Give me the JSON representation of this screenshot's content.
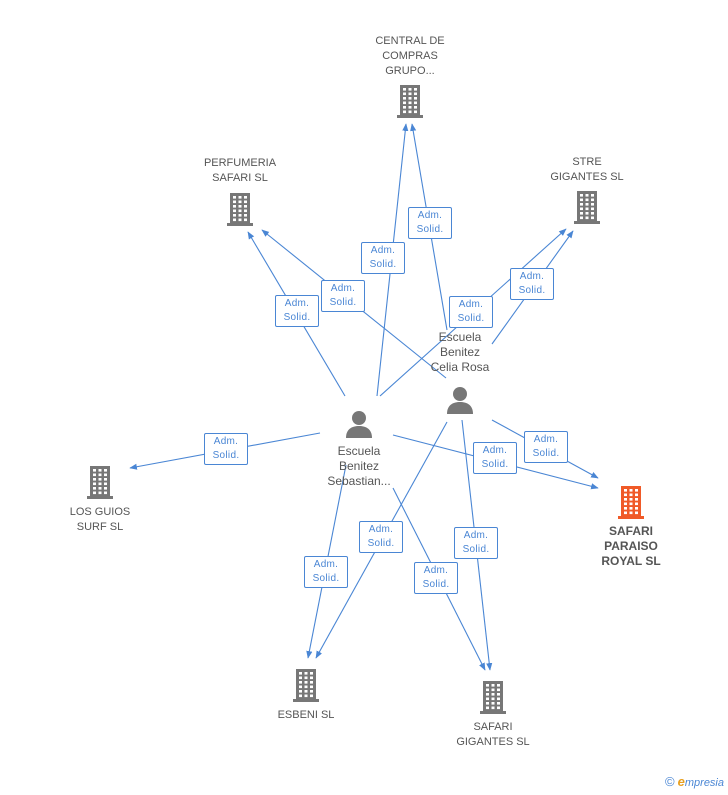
{
  "colors": {
    "company": "#777777",
    "highlight": "#f05a28",
    "edge": "#4a86d4",
    "text": "#555555"
  },
  "companies": [
    {
      "id": "central",
      "icon": "building-icon",
      "label": "CENTRAL DE\nCOMPRAS\nGRUPO..."
    },
    {
      "id": "perfumeria",
      "icon": "building-icon",
      "label": "PERFUMERIA\nSAFARI SL"
    },
    {
      "id": "stre",
      "icon": "building-icon",
      "label": "STRE\nGIGANTES SL"
    },
    {
      "id": "guios",
      "icon": "building-icon",
      "label": "LOS GUIOS\nSURF SL"
    },
    {
      "id": "paraiso",
      "icon": "building-icon",
      "label": "SAFARI\nPARAISO\nROYAL SL",
      "highlight": true
    },
    {
      "id": "esbeni",
      "icon": "building-icon",
      "label": "ESBENI SL"
    },
    {
      "id": "gigantes",
      "icon": "building-icon",
      "label": "SAFARI\nGIGANTES SL"
    }
  ],
  "persons": [
    {
      "id": "celia",
      "icon": "person-icon",
      "label": "Escuela\nBenitez\nCelia Rosa"
    },
    {
      "id": "sebastian",
      "icon": "person-icon",
      "label": "Escuela\nBenitez\nSebastian..."
    }
  ],
  "relation_label": "Adm.\nSolid.",
  "relations": [
    {
      "from": "sebastian",
      "to": "central",
      "label": "Adm.\nSolid."
    },
    {
      "from": "celia",
      "to": "central",
      "label": "Adm.\nSolid."
    },
    {
      "from": "sebastian",
      "to": "perfumeria",
      "label": "Adm.\nSolid."
    },
    {
      "from": "celia",
      "to": "perfumeria",
      "label": "Adm.\nSolid."
    },
    {
      "from": "sebastian",
      "to": "stre",
      "label": "Adm.\nSolid."
    },
    {
      "from": "celia",
      "to": "stre",
      "label": "Adm.\nSolid."
    },
    {
      "from": "sebastian",
      "to": "guios",
      "label": "Adm.\nSolid."
    },
    {
      "from": "sebastian",
      "to": "paraiso",
      "label": "Adm.\nSolid."
    },
    {
      "from": "celia",
      "to": "paraiso",
      "label": "Adm.\nSolid."
    },
    {
      "from": "sebastian",
      "to": "esbeni",
      "label": "Adm.\nSolid."
    },
    {
      "from": "celia",
      "to": "esbeni",
      "label": "Adm.\nSolid."
    },
    {
      "from": "sebastian",
      "to": "gigantes",
      "label": "Adm.\nSolid."
    },
    {
      "from": "celia",
      "to": "gigantes",
      "label": "Adm.\nSolid."
    }
  ],
  "footer": {
    "copyright_symbol": "©",
    "brand_initial": "e",
    "brand_rest": "mpresia"
  }
}
